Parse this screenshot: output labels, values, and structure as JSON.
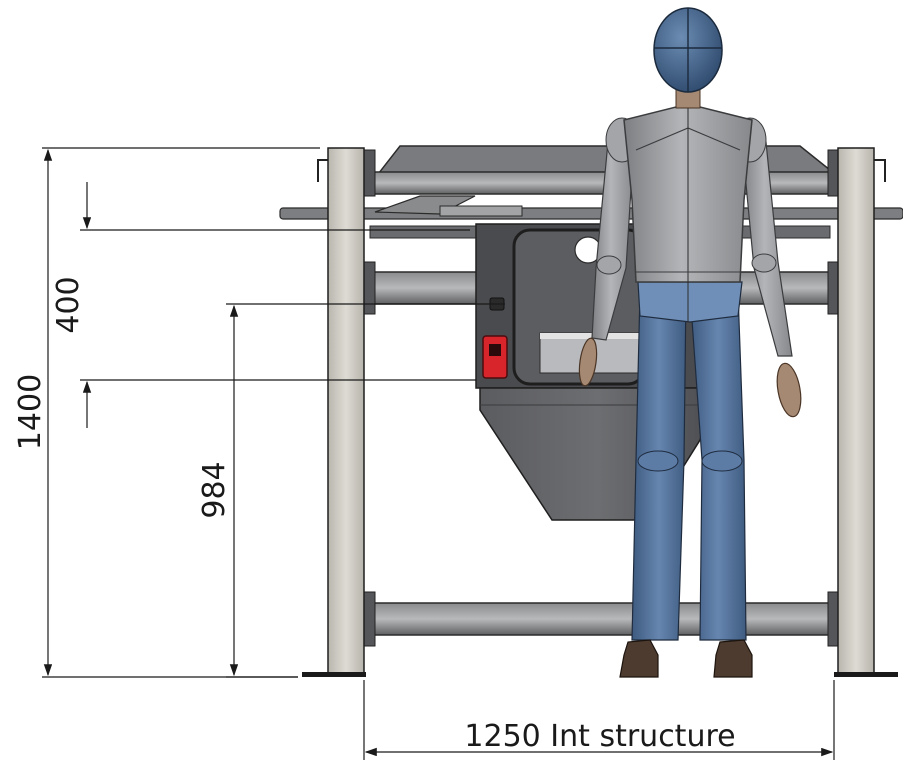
{
  "dimensions": {
    "total_height": "1400",
    "offset": "400",
    "mid_height": "984",
    "width_label": "1250 Int structure"
  },
  "colors": {
    "frame_post": "#d3d0c9",
    "frame_dark": "#6e6f71",
    "machine_body": "#4a4b4e",
    "suit": "#9fa1a4",
    "jeans": "#4f6f98",
    "head": "#3f5f86",
    "shoes": "#4d3b2f",
    "button_red": "#d8242b"
  }
}
